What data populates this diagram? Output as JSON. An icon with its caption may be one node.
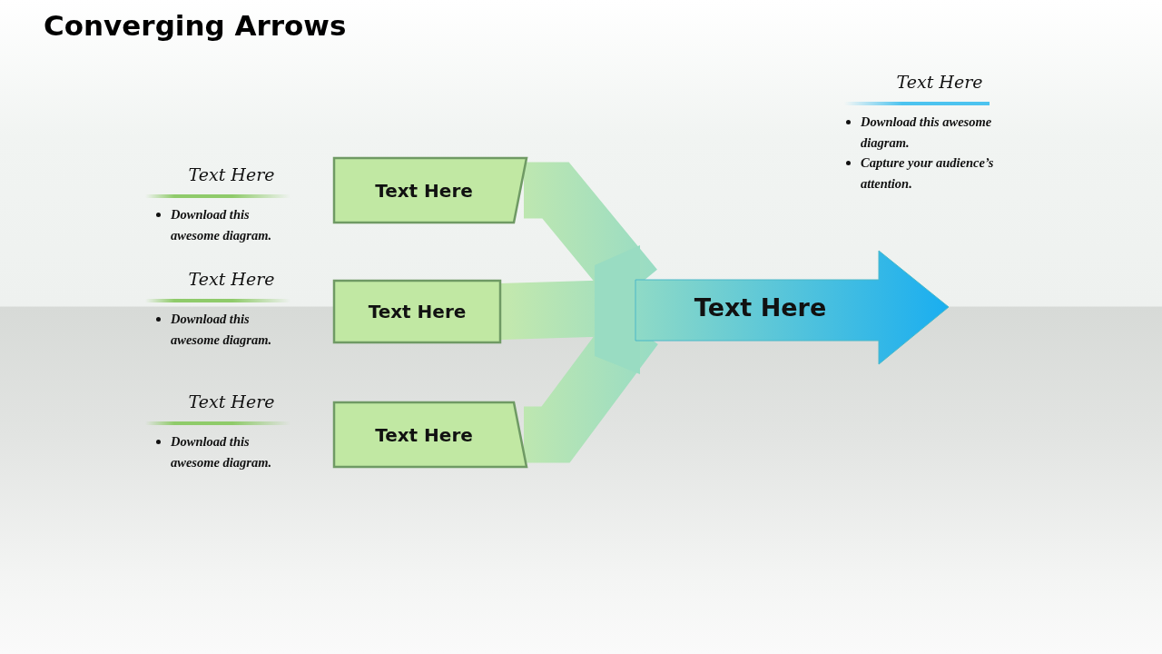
{
  "diagram": {
    "title": "Converging Arrows",
    "nodes": [
      {
        "text": [
          "Text Here"
        ]
      },
      {
        "text": [
          "Text Here"
        ]
      },
      {
        "text": [
          "Text Here"
        ]
      },
      {
        "text": [
          "Text Here"
        ]
      }
    ],
    "edges": [
      {
        "from": 0,
        "to": 3,
        "arrow": "none",
        "style": "thick"
      },
      {
        "from": 1,
        "to": 3,
        "arrow": "none",
        "style": "thick"
      },
      {
        "from": 2,
        "to": 3,
        "arrow": "none",
        "style": "thick"
      }
    ],
    "labels": [
      "Text Here",
      "Download this awesome diagram.",
      "Capture your audience’s attention.",
      "Text Here",
      "Download this awesome diagram.",
      "Text Here",
      "Download this awesome diagram.",
      "Text Here",
      "Download this awesome diagram."
    ]
  }
}
